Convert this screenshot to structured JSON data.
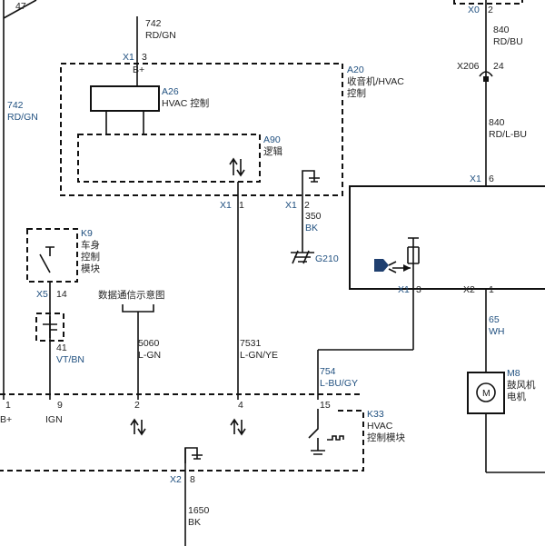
{
  "colors": {
    "text": "#222222",
    "label": "#1f4f7f",
    "line": "#111111"
  },
  "labels": {
    "w47": "47",
    "w742_num": "742",
    "w742_col": "RD/GN",
    "x1_3": "X1",
    "x1_3_pin": "3",
    "bplus_a20": "B+",
    "a20_id": "A20",
    "a20_name1": "收音机/HVAC",
    "a20_name2": "控制",
    "a26_id": "A26",
    "a26_name": "HVAC 控制",
    "a90_id": "A90",
    "a90_name": "逻辑",
    "x1_1_conn": "X1",
    "x1_1_pin": "1",
    "x1_2_conn": "X1",
    "x1_2_pin": "2",
    "w350_num": "350",
    "w350_col": "BK",
    "g210": "G210",
    "left742_num": "742",
    "left742_col": "RD/GN",
    "k9_id": "K9",
    "k9_n1": "车身",
    "k9_n2": "控制",
    "k9_n3": "模块",
    "x5": "X5",
    "x5_pin": "14",
    "data_comm": "数据通信示意图",
    "w5060_num": "5060",
    "w5060_col": "L-GN",
    "w7531_num": "7531",
    "w7531_col": "L-GN/YE",
    "w41_num": "41",
    "w41_col": "VT/BN",
    "w754_num": "754",
    "w754_col": "L-BU/GY",
    "k33_pin1": "1",
    "k33_pin9": "9",
    "k33_pin2": "2",
    "k33_pin4": "4",
    "k33_pin15": "15",
    "bplus_k33": "B+",
    "ign": "IGN",
    "k33_id": "K33",
    "k33_n1": "HVAC",
    "k33_n2": "控制模块",
    "x2_8": "X2",
    "x2_8_pin": "8",
    "w1650_num": "1650",
    "w1650_col": "BK",
    "x0": "X0",
    "x0_pin": "2",
    "w840a_num": "840",
    "w840a_col": "RD/BU",
    "x206": "X206",
    "x206_pin": "24",
    "w840b_num": "840",
    "w840b_col": "RD/L-BU",
    "x1_6": "X1",
    "x1_6_pin": "6",
    "x1_3b": "X1",
    "x1_3b_pin": "3",
    "x2_1": "X2",
    "x2_1_pin": "1",
    "w65_num": "65",
    "w65_col": "WH",
    "m8_id": "M8",
    "m8_n1": "鼓风机",
    "m8_n2": "电机",
    "motor_m": "M"
  }
}
